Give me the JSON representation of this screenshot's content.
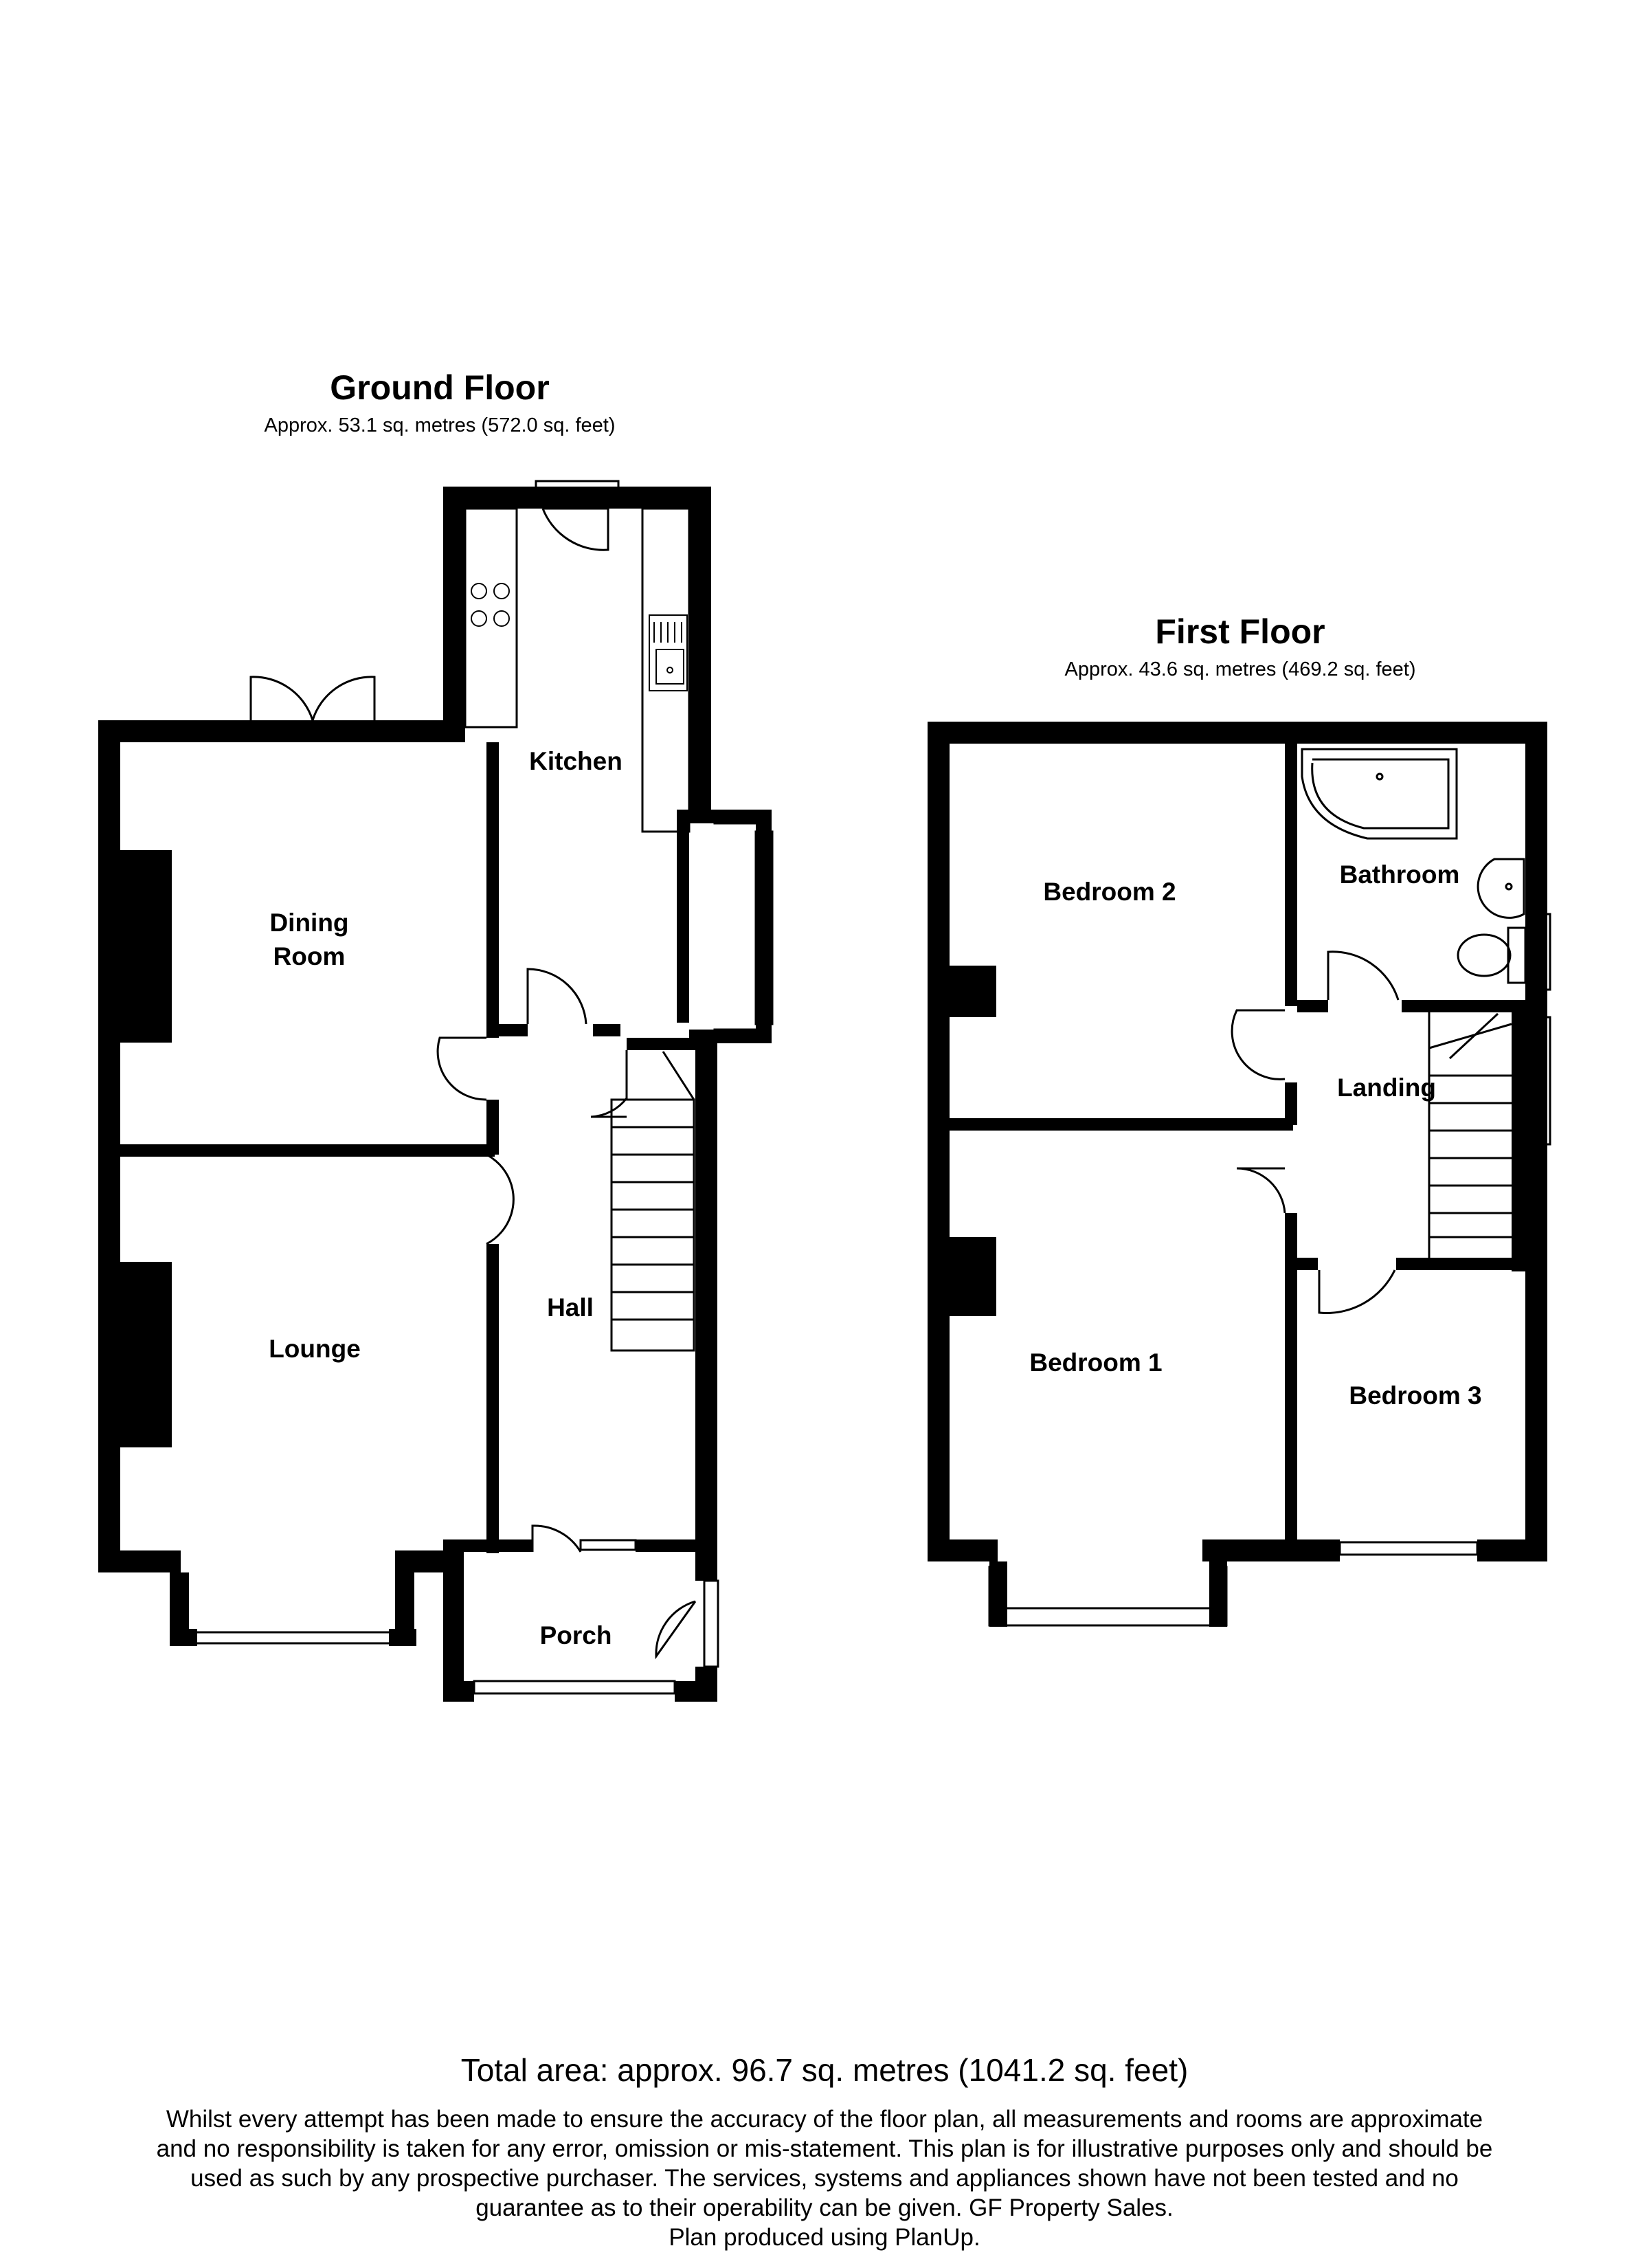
{
  "ground_floor": {
    "title": "Ground Floor",
    "area": "Approx. 53.1 sq. metres (572.0 sq. feet)",
    "rooms": {
      "kitchen": "Kitchen",
      "dining_line1": "Dining",
      "dining_line2": "Room",
      "lounge": "Lounge",
      "hall": "Hall",
      "porch": "Porch"
    }
  },
  "first_floor": {
    "title": "First Floor",
    "area": "Approx. 43.6 sq. metres (469.2 sq. feet)",
    "rooms": {
      "bedroom2": "Bedroom 2",
      "bathroom": "Bathroom",
      "landing": "Landing",
      "bedroom1": "Bedroom 1",
      "bedroom3": "Bedroom 3"
    }
  },
  "total_area": "Total area: approx. 96.7 sq. metres (1041.2 sq. feet)",
  "disclaimer_lines": [
    "Whilst every attempt has been made to ensure the accuracy of the floor plan, all measurements and rooms are approximate",
    "and no responsibility is taken for any error, omission or mis-statement. This plan is for illustrative purposes only and should be",
    "used as such by any prospective purchaser. The services, systems and appliances shown have not been tested and no",
    "guarantee as to their operability can be given. GF Property Sales.",
    "Plan produced using PlanUp."
  ]
}
